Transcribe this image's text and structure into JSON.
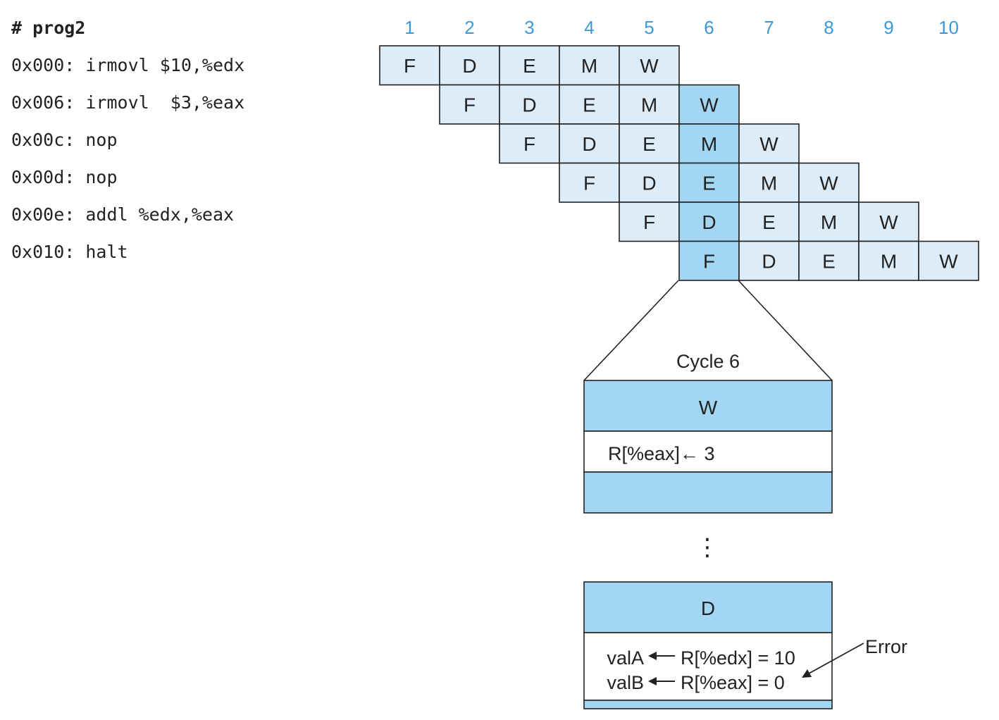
{
  "program": {
    "title": "# prog2",
    "lines": [
      "0x000: irmovl $10,%edx",
      "0x006: irmovl  $3,%eax",
      "0x00c: nop",
      "0x00d: nop",
      "0x00e: addl %edx,%eax",
      "0x010: halt"
    ]
  },
  "cycles": [
    "1",
    "2",
    "3",
    "4",
    "5",
    "6",
    "7",
    "8",
    "9",
    "10"
  ],
  "stages": [
    "F",
    "D",
    "E",
    "M",
    "W"
  ],
  "highlight_cycle": 6,
  "colors": {
    "cell_light": "#dcecf8",
    "cell_highlight": "#a2d6f2",
    "cycle_number": "#3a9ad9",
    "stroke": "#222222"
  },
  "detail": {
    "title": "Cycle 6",
    "w_stage": {
      "label": "W",
      "text": "R[%eax]← 3"
    },
    "ellipsis": "⋮",
    "d_stage": {
      "label": "D",
      "rows": [
        {
          "dest": "valA",
          "src": "R[%edx] = 10"
        },
        {
          "dest": "valB",
          "src": "R[%eax] = 0"
        }
      ]
    },
    "error_label": "Error"
  }
}
